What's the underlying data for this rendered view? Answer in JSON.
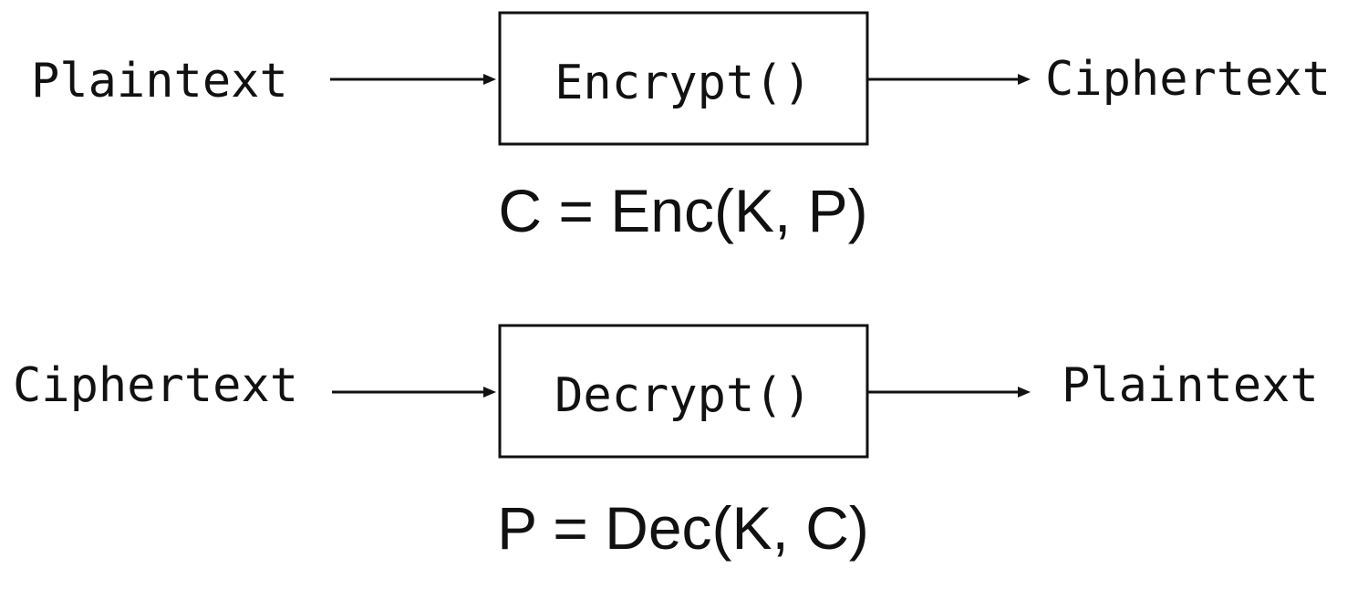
{
  "encrypt_row": {
    "input_label": "Plaintext",
    "box_label": "Encrypt()",
    "output_label": "Ciphertext",
    "formula": "C = Enc(K, P)"
  },
  "decrypt_row": {
    "input_label": "Ciphertext",
    "box_label": "Decrypt()",
    "output_label": "Plaintext",
    "formula": "P = Dec(K, C)"
  }
}
